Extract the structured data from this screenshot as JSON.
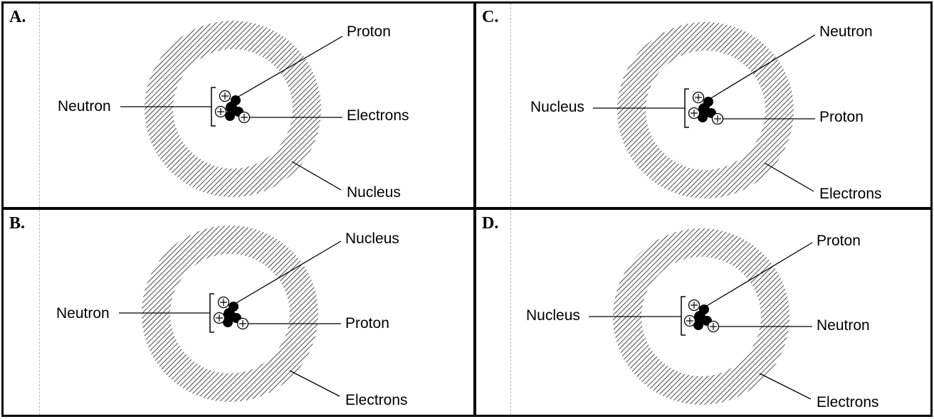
{
  "panels": [
    {
      "letter": "A.",
      "labels": {
        "top_right": "Proton",
        "left": "Neutron",
        "mid_right": "Electrons",
        "bottom_right": "Nucleus"
      }
    },
    {
      "letter": "C.",
      "labels": {
        "top_right": "Neutron",
        "left": "Nucleus",
        "mid_right": "Proton",
        "bottom_right": "Electrons"
      }
    },
    {
      "letter": "B.",
      "labels": {
        "top_right": "Nucleus",
        "left": "Neutron",
        "mid_right": "Proton",
        "bottom_right": "Electrons"
      }
    },
    {
      "letter": "D.",
      "labels": {
        "top_right": "Proton",
        "left": "Nucleus",
        "mid_right": "Neutron",
        "bottom_right": "Electrons"
      }
    }
  ],
  "colors": {
    "border": "#000000",
    "hatch": "#1a1a1a",
    "guide": "#b8b8b8"
  }
}
